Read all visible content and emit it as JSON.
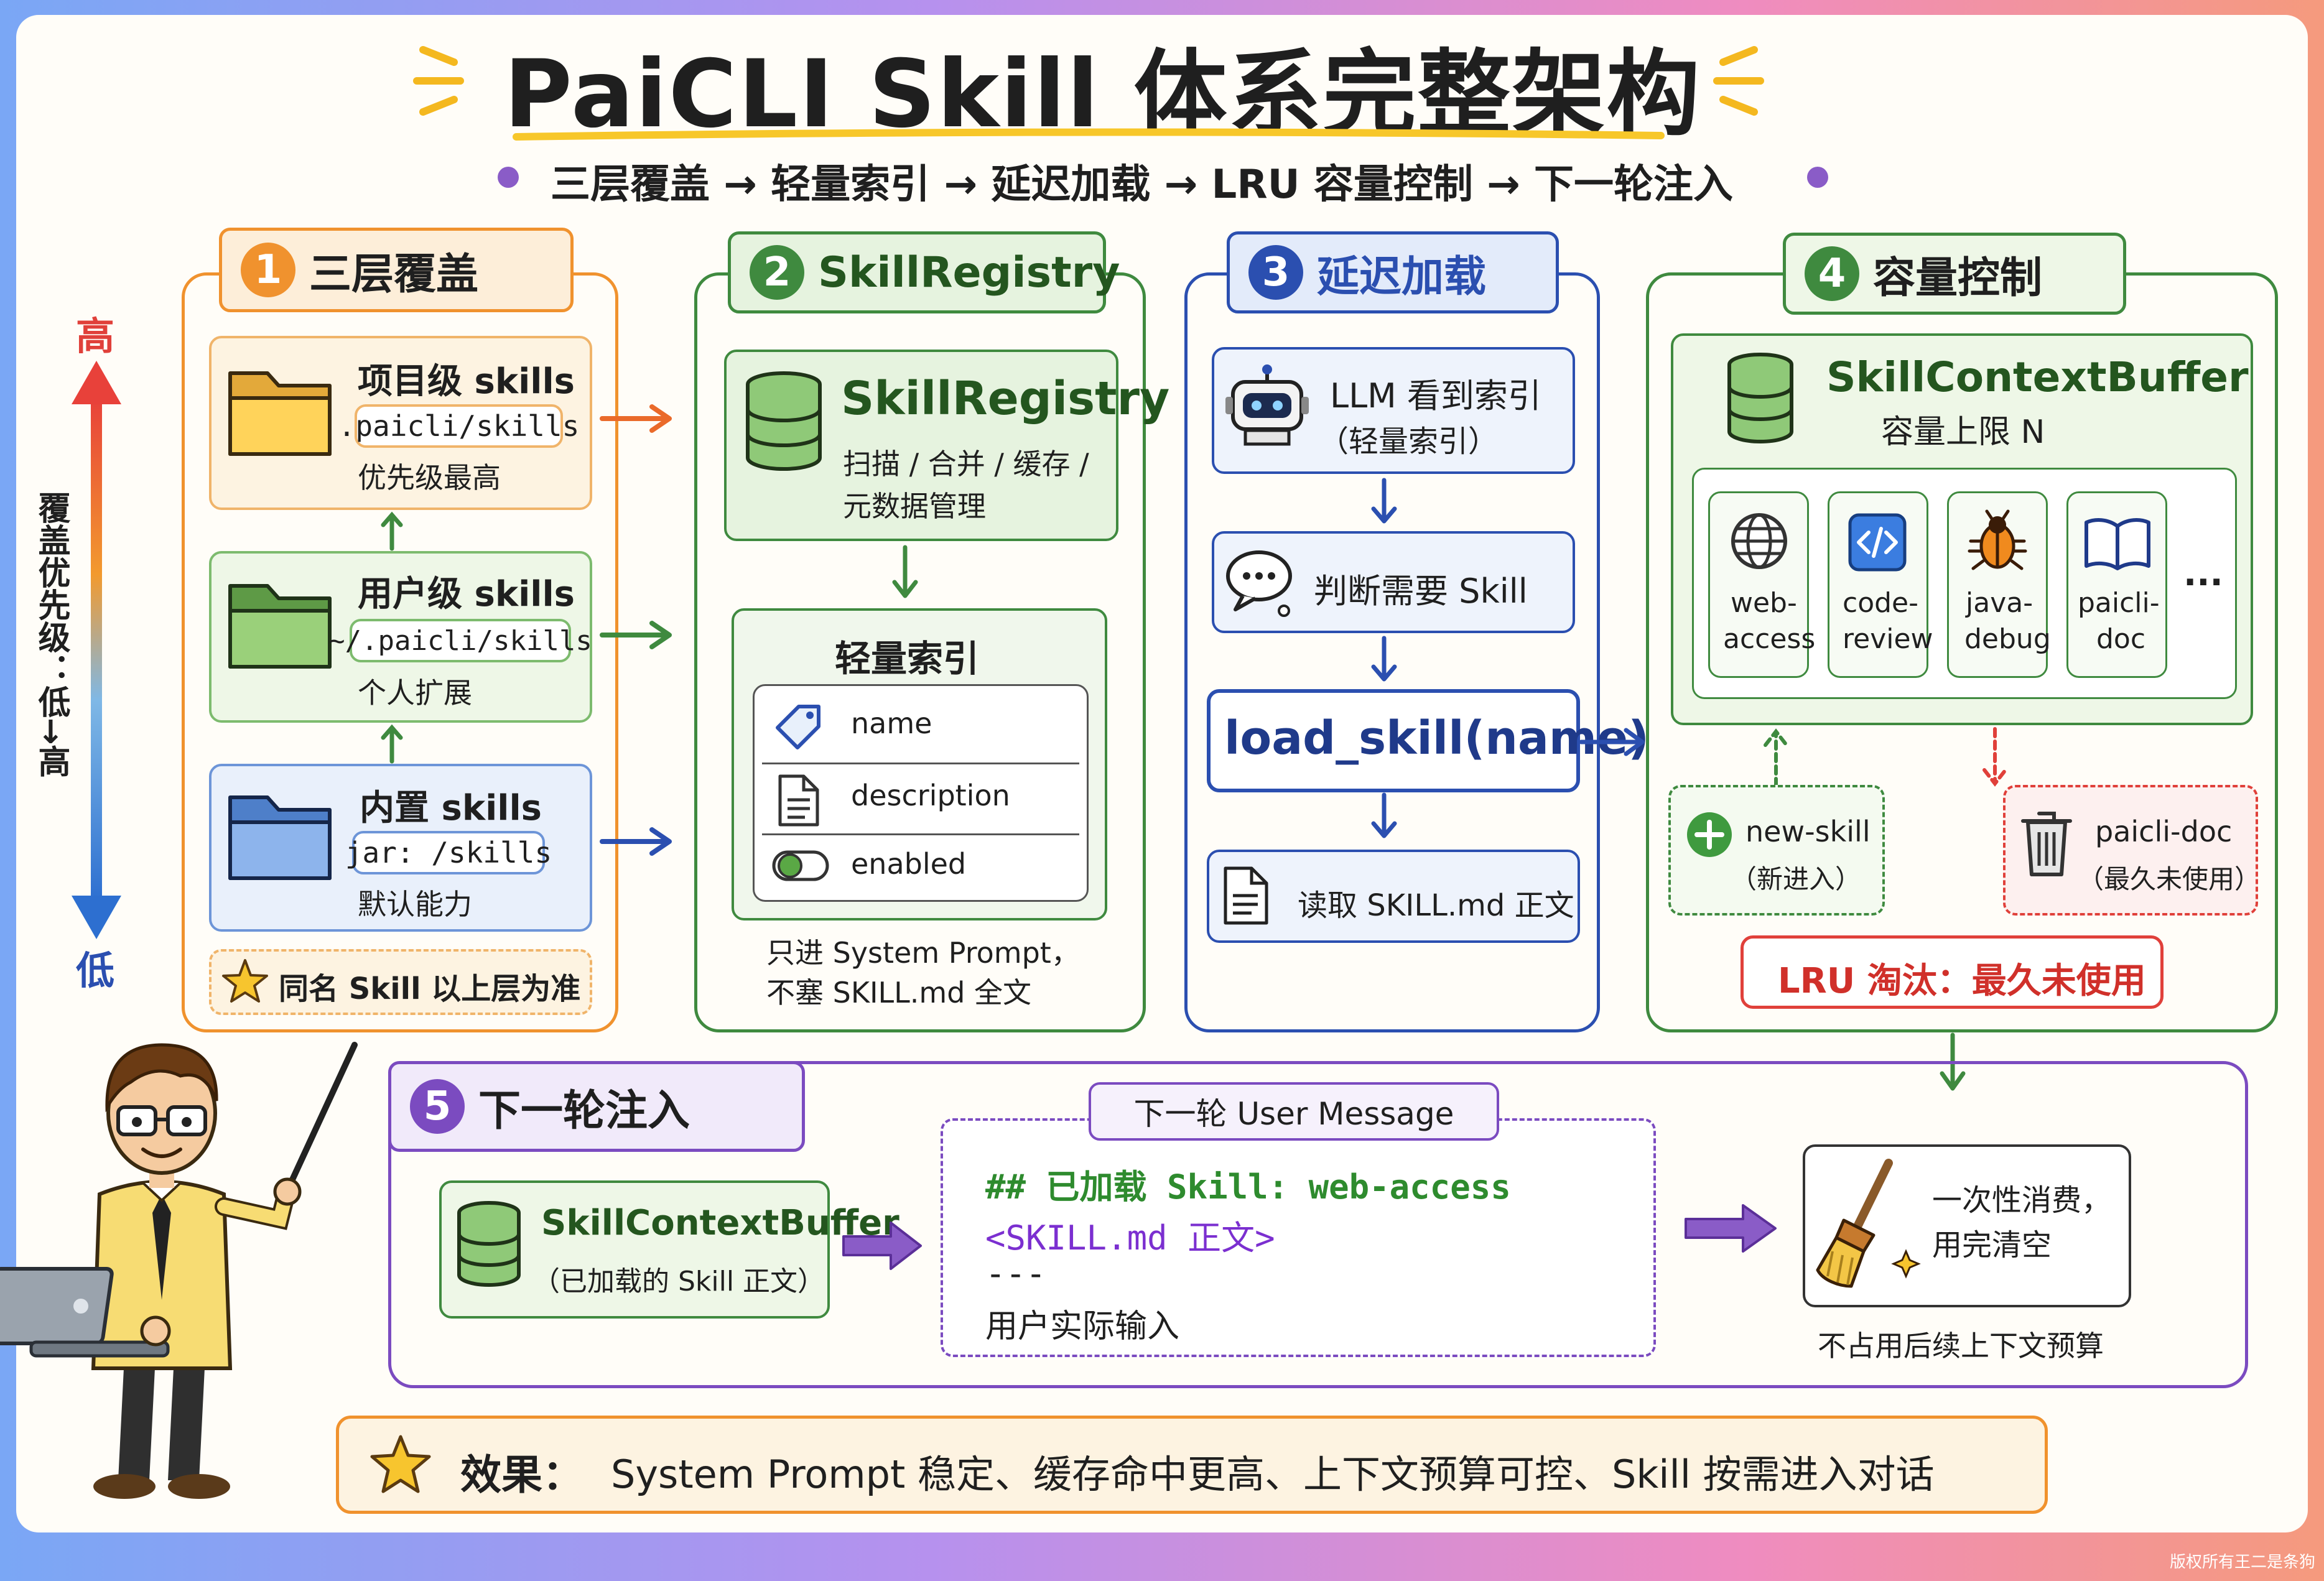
{
  "header": {
    "title": "PaiCLI Skill 体系完整架构",
    "subtitle": "三层覆盖 → 轻量索引 → 延迟加载 → LRU 容量控制 → 下一轮注入"
  },
  "priority_axis": {
    "high": "高",
    "low": "低",
    "label": "覆盖优先级：低→高"
  },
  "sections": {
    "s1": {
      "num": "1",
      "title": "三层覆盖",
      "project": {
        "title": "项目级 skills",
        "path": ".paicli/skills",
        "desc": "优先级最高"
      },
      "user": {
        "title": "用户级 skills",
        "path": "~/.paicli/skills",
        "desc": "个人扩展"
      },
      "builtin": {
        "title": "内置 skills",
        "path": "jar: /skills",
        "desc": "默认能力"
      },
      "note": "同名 Skill 以上层为准"
    },
    "s2": {
      "num": "2",
      "title": "SkillRegistry",
      "registry": {
        "title": "SkillRegistry",
        "line1": "扫描 / 合并 / 缓存 /",
        "line2": "元数据管理"
      },
      "index": {
        "title": "轻量索引",
        "fields": [
          "name",
          "description",
          "enabled"
        ]
      },
      "note1": "只进 System Prompt，",
      "note2": "不塞 SKILL.md 全文"
    },
    "s3": {
      "num": "3",
      "title": "延迟加载",
      "step1a": "LLM 看到索引",
      "step1b": "（轻量索引）",
      "step2": "判断需要 Skill",
      "step3": "load_skill(name)",
      "step4": "读取 SKILL.md 正文"
    },
    "s4": {
      "num": "4",
      "title": "容量控制",
      "buffer_title": "SkillContextBuffer",
      "buffer_sub": "容量上限 N",
      "skills": [
        {
          "l1": "web-",
          "l2": "access"
        },
        {
          "l1": "code-",
          "l2": "review"
        },
        {
          "l1": "java-",
          "l2": "debug"
        },
        {
          "l1": "paicli-",
          "l2": "doc"
        }
      ],
      "more": "...",
      "new_skill": "new-skill",
      "new_sub": "（新进入）",
      "evict_skill": "paicli-doc",
      "evict_sub": "（最久未使用）",
      "lru": "LRU 淘汰：最久未使用"
    },
    "s5": {
      "num": "5",
      "title": "下一轮注入",
      "buffer_title": "SkillContextBuffer",
      "buffer_sub": "（已加载的 Skill 正文）",
      "msg_tab": "下一轮 User Message",
      "msg_line1": "## 已加载 Skill: web-access",
      "msg_line2": "<SKILL.md 正文>",
      "msg_line3": "---",
      "msg_line4": "用户实际输入",
      "consume1": "一次性消费，",
      "consume2": "用完清空",
      "consume_note": "不占用后续上下文预算"
    }
  },
  "footer": {
    "label": "效果：",
    "text": "System Prompt 稳定、缓存命中更高、上下文预算可控、Skill 按需进入对话"
  },
  "watermark": "版权所有王二是条狗",
  "colors": {
    "orange": "#f0922e",
    "green": "#3f8a3f",
    "blue": "#2b4fb0",
    "purple": "#7b4bc0",
    "red": "#e0403a"
  }
}
